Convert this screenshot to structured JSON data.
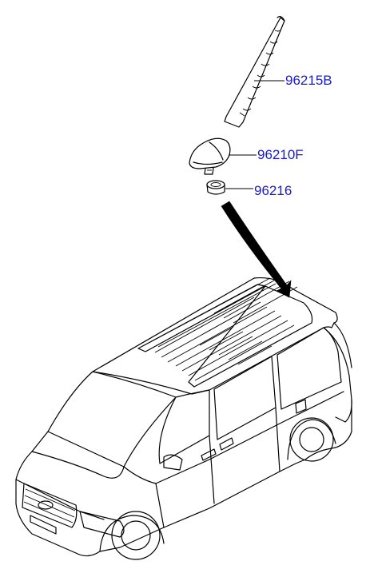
{
  "parts": [
    {
      "number": "96215B",
      "item": "antenna-pole"
    },
    {
      "number": "96210F",
      "item": "antenna-base"
    },
    {
      "number": "96216",
      "item": "antenna-nut"
    }
  ],
  "colors": {
    "label": "#1a1ad4",
    "line": "#000000"
  }
}
